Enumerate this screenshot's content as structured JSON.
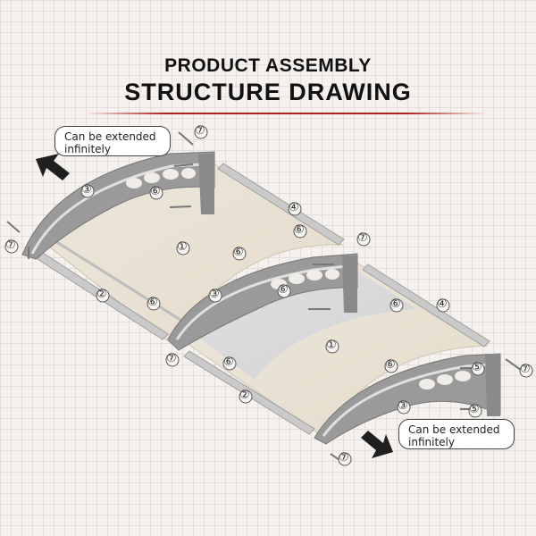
{
  "title": {
    "line1": "PRODUCT ASSEMBLY",
    "line2": "STRUCTURE DRAWING"
  },
  "callouts": {
    "left": "Can be extended infinitely",
    "right": "Can be extended infinitely"
  },
  "part_labels": {
    "p1": "①",
    "p2": "②",
    "p3": "③",
    "p4": "④",
    "p5": "⑤",
    "p6": "⑥",
    "p7": "⑦"
  },
  "colors": {
    "bracket": "#8e8e8e",
    "panel_warm": "#e9e3d6",
    "panel_cool": "#d8d8da",
    "rail": "#c8c8c8",
    "arrow": "#1f1f1f",
    "accent_line": "#b02020"
  }
}
